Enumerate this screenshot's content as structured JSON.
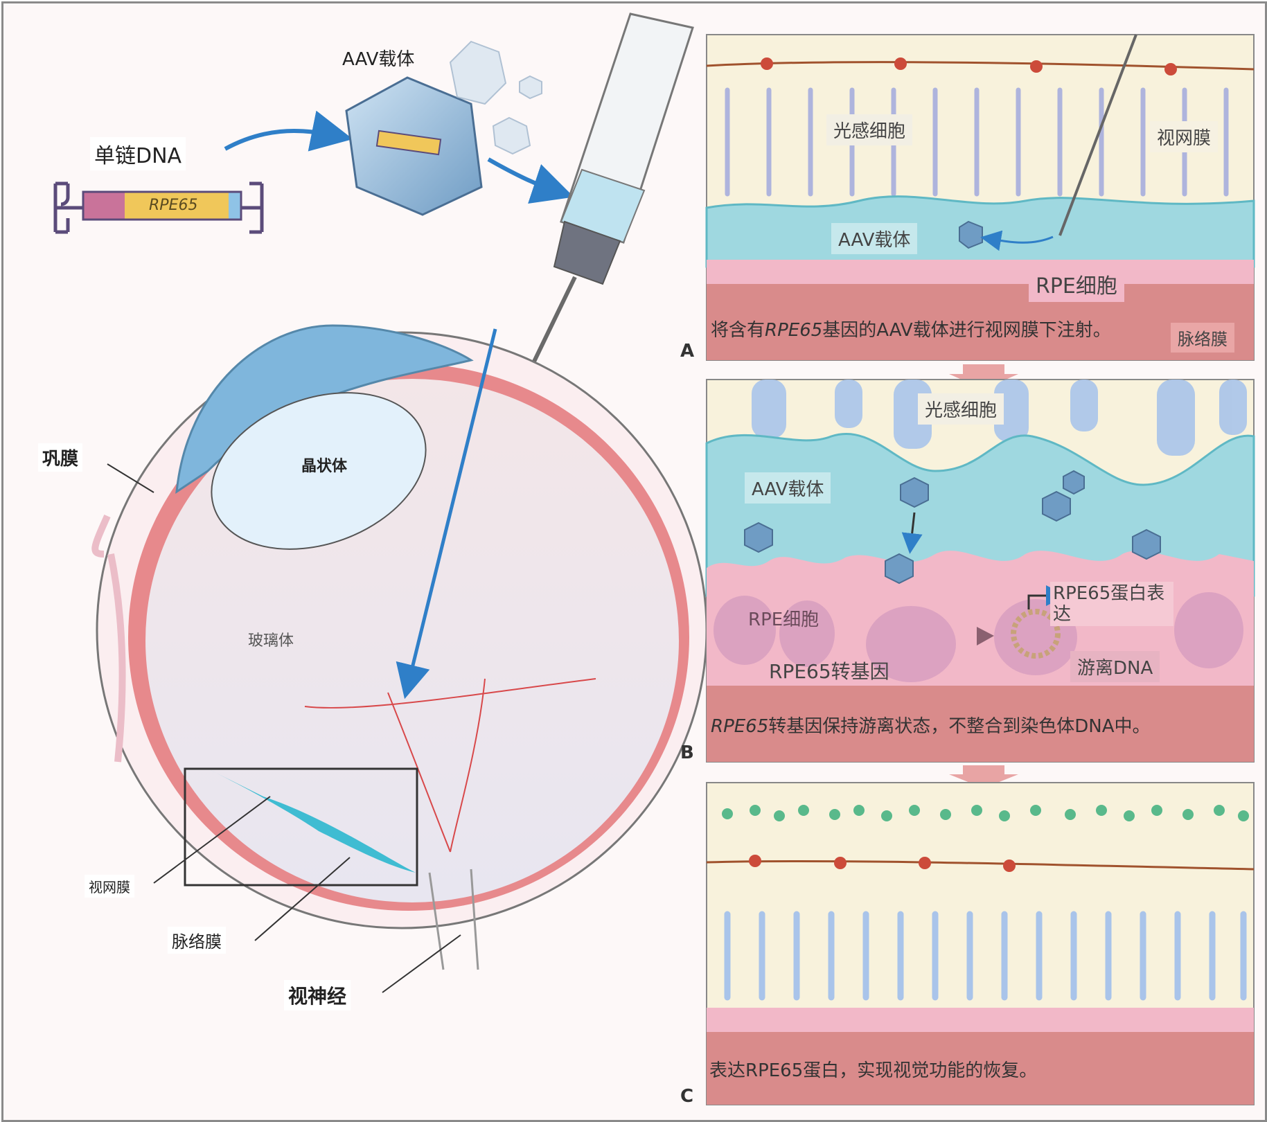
{
  "figure": {
    "left": {
      "dna_label": "单链DNA",
      "gene_label": "RPE65",
      "aav_label": "AAV载体",
      "eye_labels": {
        "sclera": "巩膜",
        "lens": "晶状体",
        "vitreous": "玻璃体",
        "retina": "视网膜",
        "choroid": "脉络膜",
        "optic_nerve": "视神经"
      }
    },
    "panels": [
      {
        "letter": "A",
        "labels": {
          "photoreceptors": "光感细胞",
          "retina": "视网膜",
          "aav": "AAV载体",
          "rpe": "RPE细胞",
          "choroid": "脉络膜"
        },
        "caption_pre": "将含有",
        "caption_gene": "RPE65",
        "caption_post": "基因的AAV载体进行视网膜下注射。"
      },
      {
        "letter": "B",
        "labels": {
          "photoreceptors": "光感细胞",
          "aav": "AAV载体",
          "rpe": "RPE细胞",
          "transgene": "RPE65转基因",
          "expression": "RPE65蛋白表达",
          "episomal": "游离DNA"
        },
        "caption_gene": "RPE65",
        "caption_post": "转基因保持游离状态，不整合到染色体DNA中。"
      },
      {
        "letter": "C",
        "caption_post": "表达RPE65蛋白，实现视觉功能的恢复。"
      }
    ],
    "colors": {
      "retina_bg": "#f8f2dc",
      "subretinal_fluid": "#9fd8e0",
      "rpe_pink": "#f2b8c8",
      "choroid": "#d98b8b",
      "arrow_blue": "#2f7fc8",
      "transition_arrow": "#e8a4a4"
    }
  }
}
